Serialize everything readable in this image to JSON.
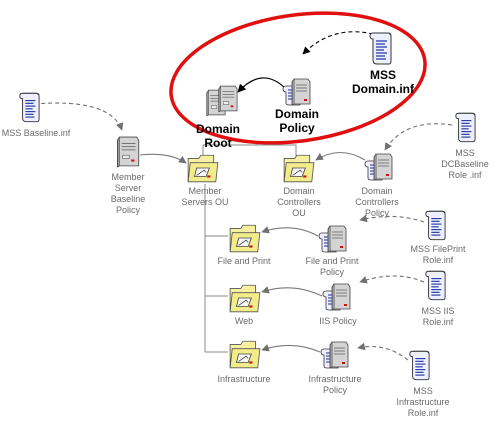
{
  "labels": {
    "mss_domain_inf": "MSS\nDomain.inf",
    "domain_root": "Domain\nRoot",
    "domain_policy": "Domain\nPolicy",
    "mss_baseline_inf": "MSS Baseline.inf",
    "member_server_baseline_policy": "Member\nServer\nBaseline\nPolicy",
    "member_servers_ou": "Member\nServers OU",
    "domain_controllers_ou": "Domain\nControllers\nOU",
    "domain_controllers_policy": "Domain\nControllers\nPolicy",
    "mss_dcbaseline_role_inf": "MSS\nDCBaseline\nRole .inf",
    "file_and_print": "File and Print",
    "file_and_print_policy": "File and Print\nPolicy",
    "mss_fileprint_role_inf": "MSS FilePrint\nRole.inf",
    "web": "Web",
    "iis_policy": "IIS Policy",
    "mss_iis_role_inf": "MSS IIS\nRole.inf",
    "infrastructure": "Infrastructure",
    "infrastructure_policy": "Infrastructure\nPolicy",
    "mss_infrastructure_role_inf": "MSS\nInfrastructure\nRole.inf"
  },
  "colors": {
    "highlight_ellipse": "#e01010",
    "folder_fill": "#f4ee9a",
    "server_fill": "#c8c8c8",
    "scroll_fill": "#e8ecff",
    "connector": "#808080"
  }
}
